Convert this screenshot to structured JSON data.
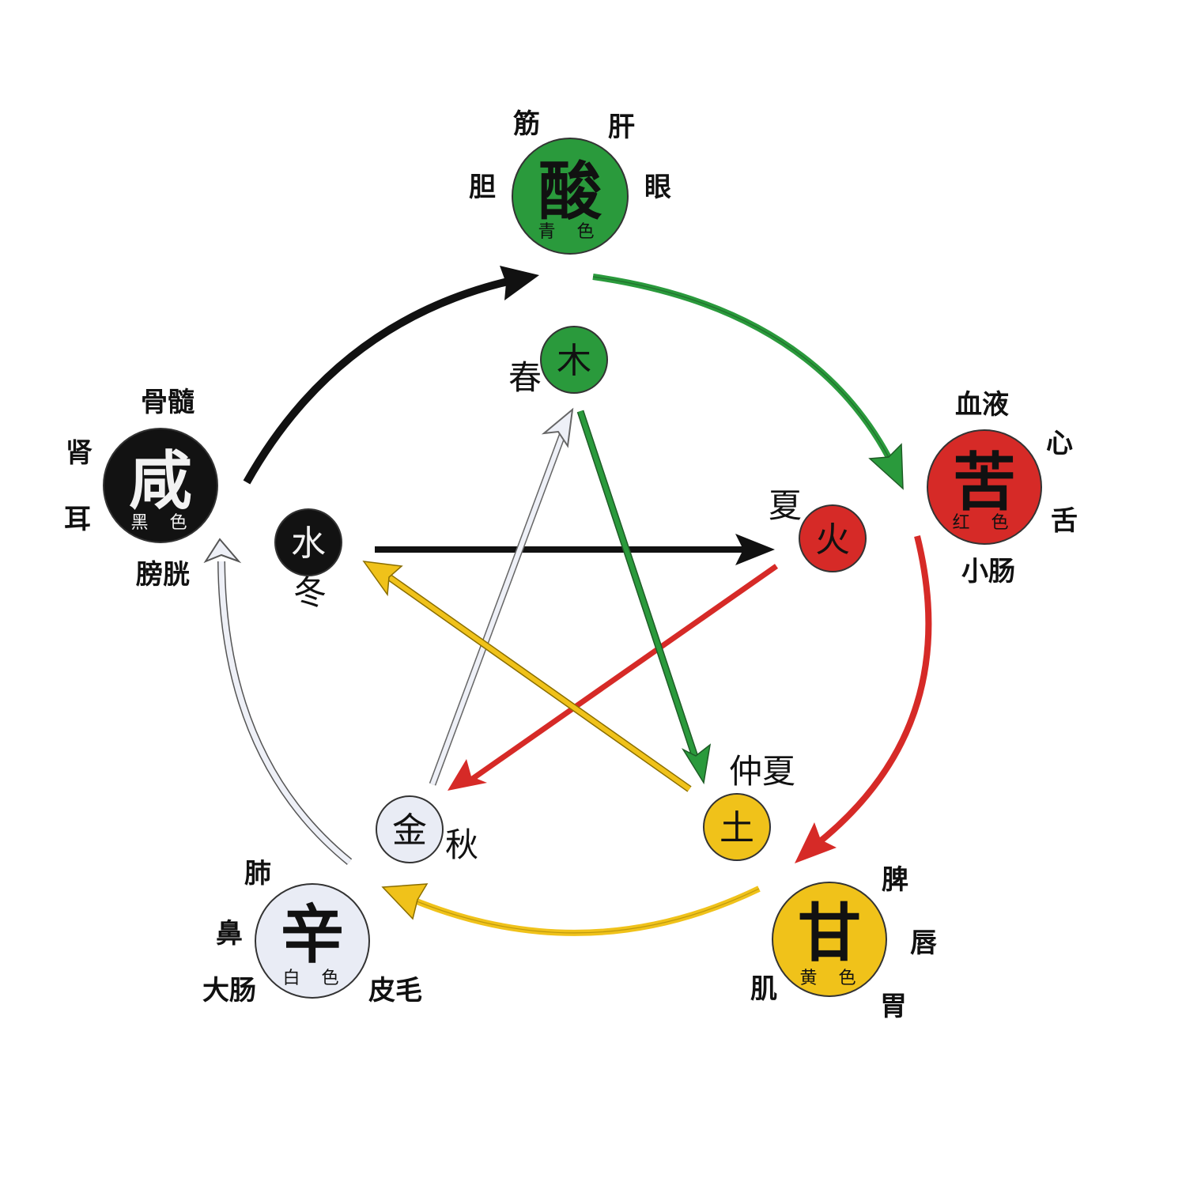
{
  "colors": {
    "wood": "#2a9a3c",
    "fire": "#d62a27",
    "earth": "#f0c21a",
    "metal": "#e9ecf5",
    "water": "#121212",
    "outline": "#333333"
  },
  "tastes": {
    "sour": {
      "char": "酸",
      "color_label": "青 色",
      "organs": [
        "筋",
        "肝",
        "胆",
        "眼"
      ]
    },
    "bitter": {
      "char": "苦",
      "color_label": "红 色",
      "organs": [
        "血液",
        "心",
        "舌",
        "小肠"
      ]
    },
    "sweet": {
      "char": "甘",
      "color_label": "黄 色",
      "organs": [
        "脾",
        "唇",
        "胃",
        "肌"
      ]
    },
    "pungent": {
      "char": "辛",
      "color_label": "白 色",
      "organs": [
        "肺",
        "鼻",
        "大肠",
        "皮毛"
      ]
    },
    "salty": {
      "char": "咸",
      "color_label": "黑 色",
      "organs": [
        "骨髓",
        "肾",
        "耳",
        "膀胱"
      ]
    }
  },
  "elements": {
    "wood": {
      "char": "木",
      "season": "春"
    },
    "fire": {
      "char": "火",
      "season": "夏"
    },
    "earth": {
      "char": "土",
      "season": "仲夏"
    },
    "metal": {
      "char": "金",
      "season": "秋"
    },
    "water": {
      "char": "水",
      "season": "冬"
    }
  }
}
